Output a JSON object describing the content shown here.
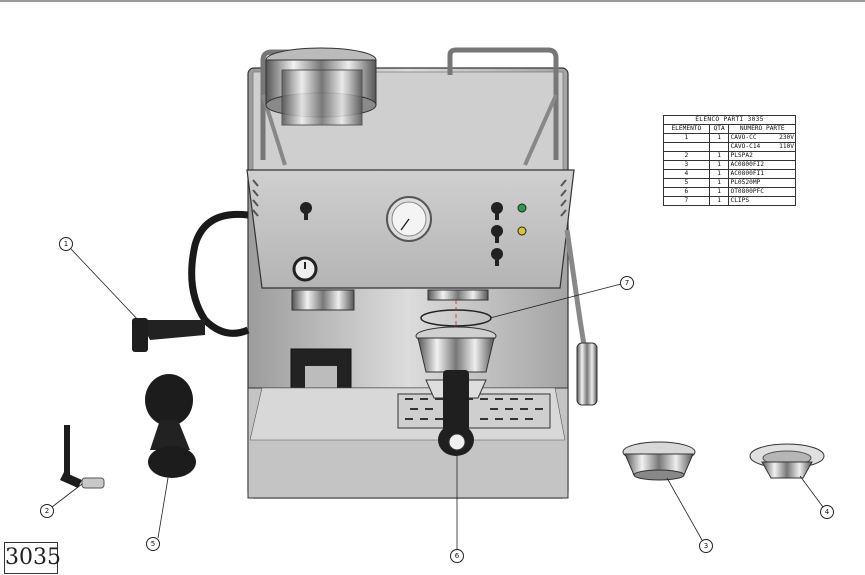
{
  "table": {
    "title": "ELENCO PARTI 3035",
    "headers": [
      "ELEMENTO",
      "QTÀ",
      "NUMERO PARTE"
    ],
    "rows": [
      {
        "item": "1",
        "qty": "1",
        "part": "CAVO-CC",
        "volt": "230V"
      },
      {
        "item": "",
        "qty": "",
        "part": "CAVO-C14",
        "volt": "110V"
      },
      {
        "item": "2",
        "qty": "1",
        "part": "PLSPA2",
        "volt": ""
      },
      {
        "item": "3",
        "qty": "1",
        "part": "AC0800FI2",
        "volt": ""
      },
      {
        "item": "4",
        "qty": "1",
        "part": "AC0800FI1",
        "volt": ""
      },
      {
        "item": "5",
        "qty": "1",
        "part": "PL0520MP",
        "volt": ""
      },
      {
        "item": "6",
        "qty": "1",
        "part": "OT0800PFC",
        "volt": ""
      },
      {
        "item": "7",
        "qty": "1",
        "part": "CLIPS",
        "volt": ""
      }
    ]
  },
  "callouts": [
    "1",
    "2",
    "3",
    "4",
    "5",
    "6",
    "7"
  ],
  "drawing_number": "3035",
  "colors": {
    "body_steel": "#c9c9c9",
    "panel_steel": "#bdbdbd",
    "dark_plastic": "#222222",
    "indicator_green": "#2f9a49",
    "indicator_yellow": "#d8c43a"
  }
}
